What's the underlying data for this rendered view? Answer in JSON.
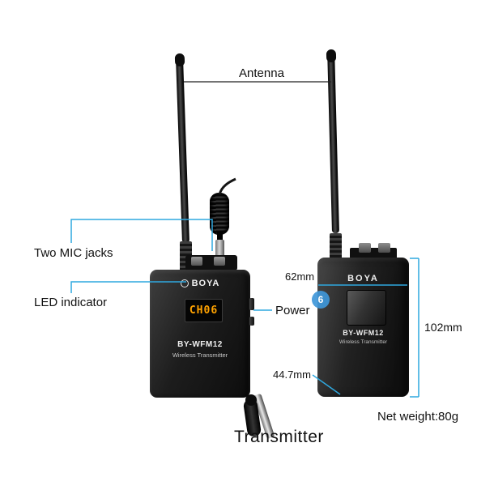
{
  "title": "Transmitter",
  "annotations": {
    "antenna": "Antenna",
    "mic_jacks": "Two MIC jacks",
    "led_indicator": "LED indicator",
    "power": "Power",
    "width": "62mm",
    "height": "102mm",
    "depth": "44.7mm",
    "net_weight": "Net weight:80g"
  },
  "device_front": {
    "brand": "BOYA",
    "display_text": "CH06",
    "model": "BY-WFM12",
    "product_type": "Wireless Transmitter"
  },
  "device_back": {
    "brand": "BOYA",
    "model": "BY-WFM12",
    "product_type": "Wireless Transmitter"
  },
  "badge": "6",
  "colors": {
    "annotation_blue": "#2fa8df",
    "display_orange": "#ffa200",
    "device_body": "#161616",
    "background": "#ffffff"
  }
}
